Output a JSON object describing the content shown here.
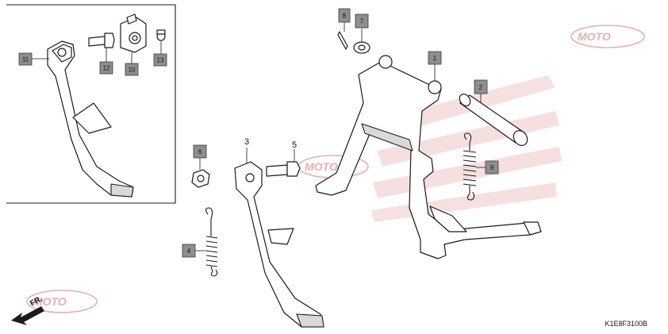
{
  "diagram": {
    "callouts": [
      {
        "id": "c1",
        "number": "1"
      },
      {
        "id": "c2",
        "number": "2"
      },
      {
        "id": "c3",
        "number": "3"
      },
      {
        "id": "c4",
        "number": "4"
      },
      {
        "id": "c5",
        "number": "5"
      },
      {
        "id": "c6",
        "number": "6"
      },
      {
        "id": "c7",
        "number": "7"
      },
      {
        "id": "c8",
        "number": "8"
      },
      {
        "id": "c9",
        "number": "9"
      },
      {
        "id": "c10",
        "number": "10"
      },
      {
        "id": "c11",
        "number": "11"
      },
      {
        "id": "c12",
        "number": "12"
      },
      {
        "id": "c13",
        "number": "13"
      }
    ],
    "direction_label": "FR.",
    "drawing_code": "K1E8F3100B",
    "watermark_text": "MOTO",
    "colors": {
      "callout_fill": "#8e8e8e",
      "line": "#1a1a1a",
      "watermark": "#e6aeb2"
    }
  }
}
